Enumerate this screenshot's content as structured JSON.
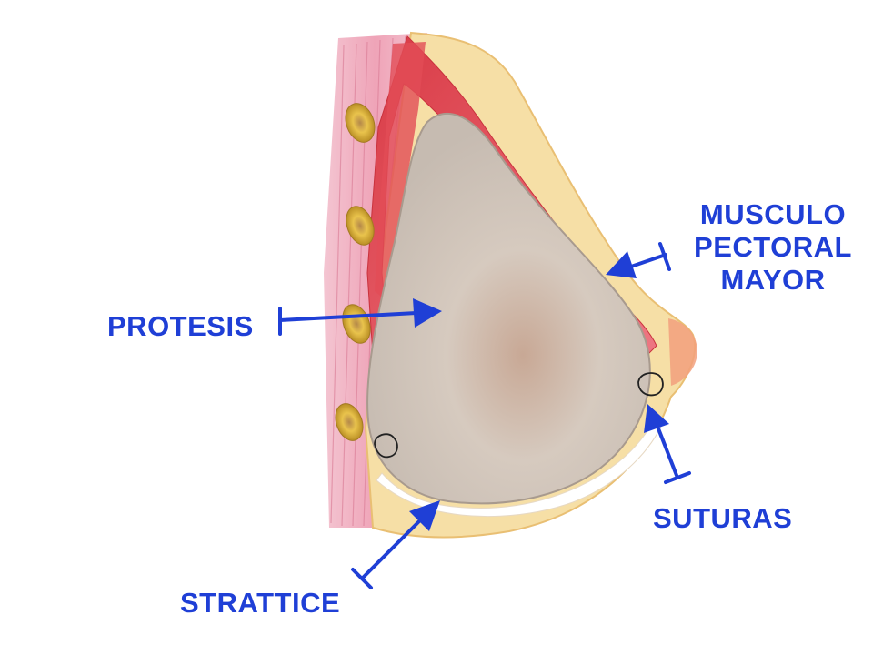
{
  "labels": {
    "musculo": [
      "MUSCULO",
      "PECTORAL",
      "MAYOR"
    ],
    "protesis": "PROTESIS",
    "suturas": "SUTURAS",
    "strattice": "STRATTICE"
  },
  "colors": {
    "label": "#1f3fd6",
    "arrow": "#1f3fd6",
    "skin": "#f6dfa6",
    "skin_edge": "#e9bf73",
    "muscle": "#e2474f",
    "muscle_light": "#ea7b86",
    "chest_wall": "#f0a9bd",
    "implant": "#d3c8be",
    "implant_shadow": "#b8aca2",
    "rib": "#e8c24a",
    "background": "#ffffff"
  }
}
